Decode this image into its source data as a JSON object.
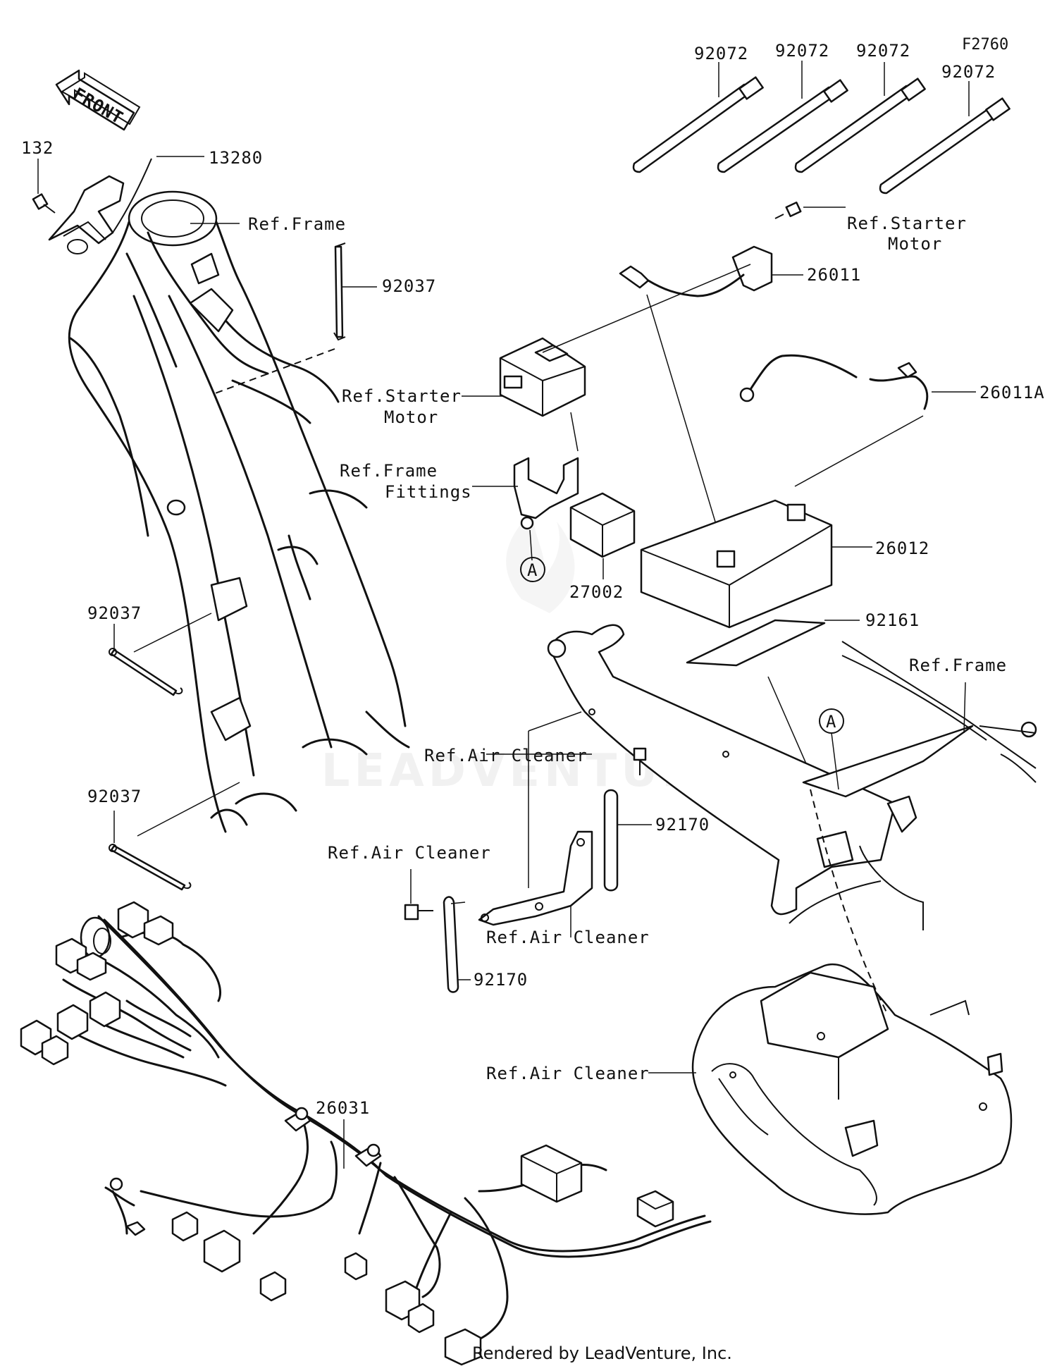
{
  "figure_code": "F2760",
  "front_arrow": "FRONT",
  "watermark": "LEADVENTURE",
  "footer": "Rendered by LeadVenture, Inc.",
  "callout_marker": "A",
  "labels": {
    "tie_1": "92072",
    "tie_2": "92072",
    "tie_3": "92072",
    "tie_4": "92072",
    "bolt_132": "132",
    "harness_13280": "13280",
    "ref_frame_top": "Ref.Frame",
    "clamp_92037_top": "92037",
    "ref_starter_motor_right_1": "Ref.Starter",
    "ref_starter_motor_right_2": "Motor",
    "cable_26011": "26011",
    "ref_starter_motor_left_1": "Ref.Starter",
    "ref_starter_motor_left_2": "Motor",
    "cable_26011A": "26011A",
    "ref_frame_fittings_1": "Ref.Frame",
    "ref_frame_fittings_2": "Fittings",
    "battery_26012": "26012",
    "relay_27002": "27002",
    "pad_92161": "92161",
    "clamp_92037_mid": "92037",
    "ref_frame_right": "Ref.Frame",
    "clamp_92037_low": "92037",
    "ref_air_cleaner_1": "Ref.Air Cleaner",
    "band_92170_right": "92170",
    "ref_air_cleaner_2": "Ref.Air Cleaner",
    "ref_air_cleaner_3": "Ref.Air Cleaner",
    "band_92170_left": "92170",
    "ref_air_cleaner_4": "Ref.Air Cleaner",
    "harness_26031": "26031"
  }
}
